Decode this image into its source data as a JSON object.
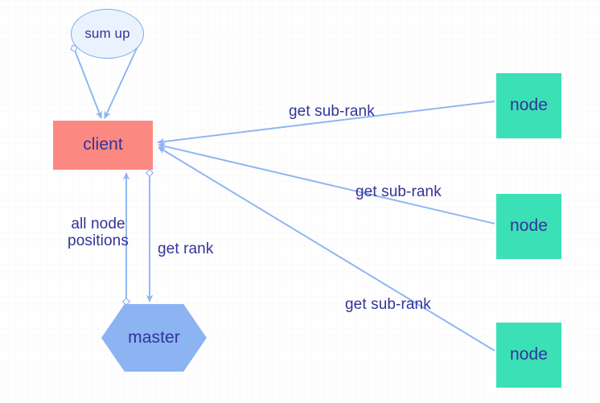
{
  "diagram": {
    "type": "flow-diagram",
    "background": "grid",
    "colors": {
      "client_fill": "#fb8982",
      "node_fill": "#3ce0b7",
      "master_fill": "#8cb4f3",
      "sumup_fill": "#eaf2fd",
      "sumup_stroke": "#7aadf0",
      "edge_stroke": "#8cb4f3",
      "text": "#33339a",
      "grid_minor": "#fafafa",
      "grid_major": "#e4e4e4"
    },
    "nodes": {
      "sum_up": {
        "label": "sum up",
        "shape": "ellipse"
      },
      "client": {
        "label": "client",
        "shape": "rectangle"
      },
      "master": {
        "label": "master",
        "shape": "hexagon"
      },
      "node_1": {
        "label": "node",
        "shape": "rectangle"
      },
      "node_2": {
        "label": "node",
        "shape": "rectangle"
      },
      "node_3": {
        "label": "node",
        "shape": "rectangle"
      }
    },
    "edges": [
      {
        "id": "sumup-client-left",
        "from": "sum up",
        "to": "client",
        "label": ""
      },
      {
        "id": "sumup-client-right",
        "from": "sum up",
        "to": "client",
        "label": ""
      },
      {
        "id": "node1-client",
        "from": "node",
        "to": "client",
        "label": "get sub-rank"
      },
      {
        "id": "node2-client",
        "from": "node",
        "to": "client",
        "label": "get sub-rank"
      },
      {
        "id": "node3-client",
        "from": "node",
        "to": "client",
        "label": "get sub-rank"
      },
      {
        "id": "master-client",
        "from": "master",
        "to": "client",
        "label": "all node positions"
      },
      {
        "id": "client-master",
        "from": "client",
        "to": "master",
        "label": "get rank"
      }
    ],
    "labels": {
      "sub_rank_1": "get sub-rank",
      "sub_rank_2": "get sub-rank",
      "sub_rank_3": "get sub-rank",
      "all_node_positions": "all node positions",
      "get_rank": "get rank"
    }
  }
}
